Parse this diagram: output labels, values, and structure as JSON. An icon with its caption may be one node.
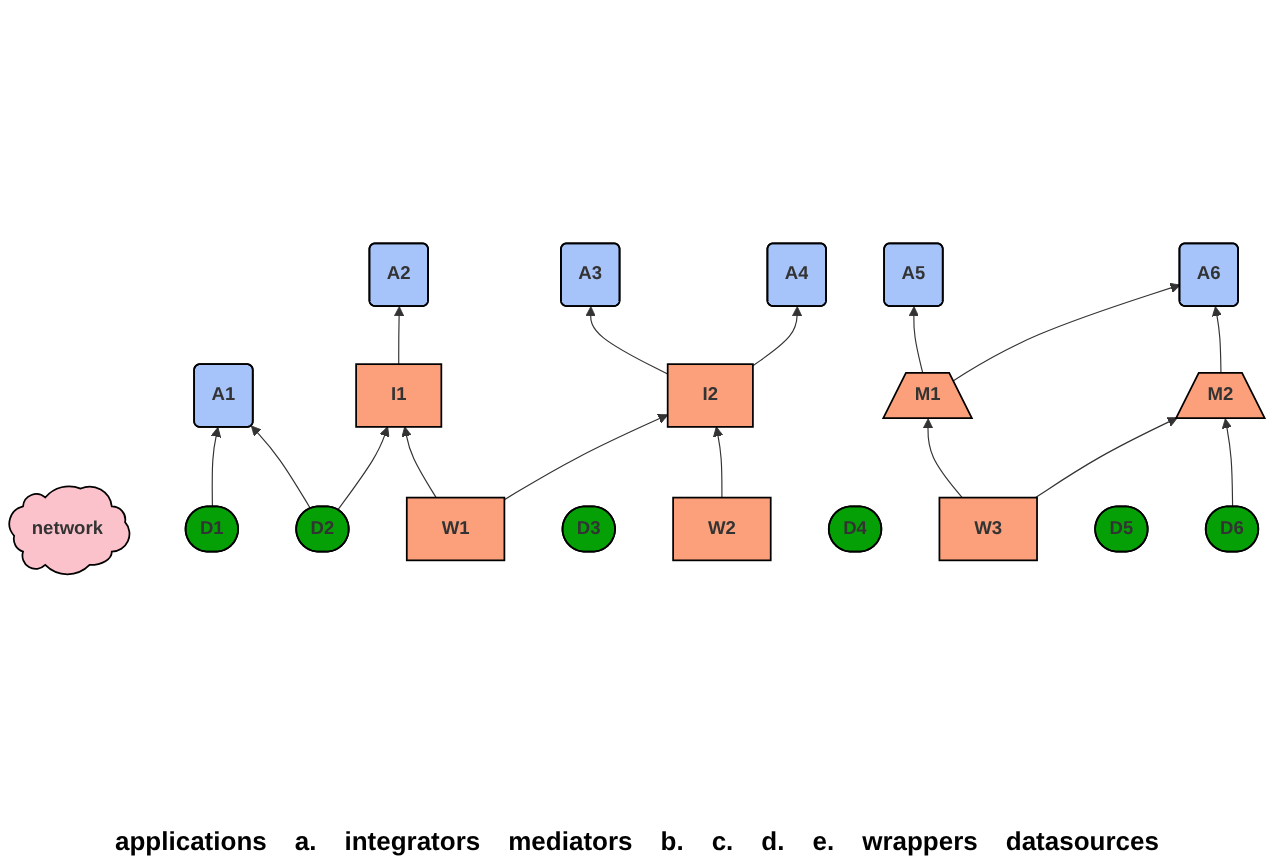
{
  "diagram": {
    "nodes": [
      {
        "text": [
          "A1"
        ]
      },
      {
        "text": [
          "A2"
        ]
      },
      {
        "text": [
          "A3"
        ]
      },
      {
        "text": [
          "A4"
        ]
      },
      {
        "text": [
          "A5"
        ]
      },
      {
        "text": [
          "A6"
        ]
      },
      {
        "text": [
          "I1"
        ]
      },
      {
        "text": [
          "I2"
        ]
      },
      {
        "text": [
          "network"
        ]
      },
      {
        "text": [
          "M1"
        ]
      },
      {
        "text": [
          "M2"
        ]
      },
      {
        "text": [
          "D1"
        ]
      },
      {
        "text": [
          "D2"
        ]
      },
      {
        "text": [
          "W1"
        ]
      },
      {
        "text": [
          "D3"
        ]
      },
      {
        "text": [
          "W2"
        ]
      },
      {
        "text": [
          "D4"
        ]
      },
      {
        "text": [
          "W3"
        ]
      },
      {
        "text": [
          "D5"
        ]
      },
      {
        "text": [
          "D6"
        ]
      }
    ],
    "edges": [
      {
        "from": 11,
        "to": 0,
        "arrow": "to"
      },
      {
        "from": 12,
        "to": 0,
        "arrow": "to"
      },
      {
        "from": 12,
        "to": 6,
        "arrow": "to"
      },
      {
        "from": 13,
        "to": 6,
        "arrow": "to"
      },
      {
        "from": 13,
        "to": 7,
        "arrow": "to"
      },
      {
        "from": 15,
        "to": 7,
        "arrow": "to"
      },
      {
        "from": 6,
        "to": 1,
        "arrow": "to"
      },
      {
        "from": 7,
        "to": 2,
        "arrow": "to"
      },
      {
        "from": 7,
        "to": 3,
        "arrow": "to"
      },
      {
        "from": 17,
        "to": 9,
        "arrow": "to"
      },
      {
        "from": 17,
        "to": 10,
        "arrow": "to"
      },
      {
        "from": 9,
        "to": 4,
        "arrow": "to"
      },
      {
        "from": 9,
        "to": 5,
        "arrow": "to"
      },
      {
        "from": 10,
        "to": 5,
        "arrow": "to"
      },
      {
        "from": 19,
        "to": 10,
        "arrow": "to"
      }
    ],
    "labels": [
      "applications",
      "a.",
      "integrators",
      "mediators",
      "b.",
      "c.",
      "d.",
      "e.",
      "wrappers",
      "datasources"
    ]
  }
}
